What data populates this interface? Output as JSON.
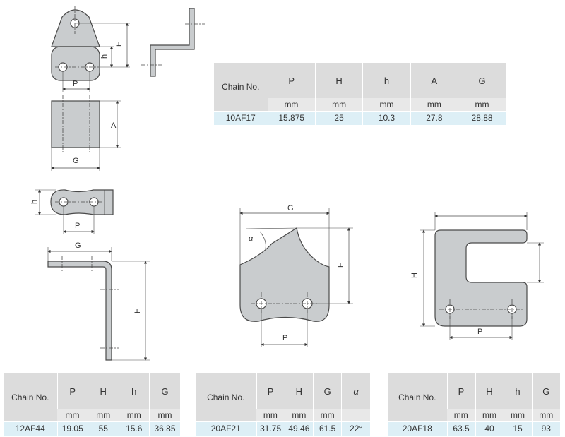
{
  "tables": [
    {
      "header": "Chain No.",
      "params": [
        "P",
        "H",
        "h",
        "A",
        "G"
      ],
      "units": [
        "mm",
        "mm",
        "mm",
        "mm",
        "mm"
      ],
      "row": [
        "10AF17",
        "15.875",
        "25",
        "10.3",
        "27.8",
        "28.88"
      ]
    },
    {
      "header": "Chain No.",
      "params": [
        "P",
        "H",
        "h",
        "G"
      ],
      "units": [
        "mm",
        "mm",
        "mm",
        "mm"
      ],
      "row": [
        "12AF44",
        "19.05",
        "55",
        "15.6",
        "36.85"
      ]
    },
    {
      "header": "Chain No.",
      "params": [
        "P",
        "H",
        "G",
        "α"
      ],
      "units": [
        "mm",
        "mm",
        "mm",
        ""
      ],
      "row": [
        "20AF21",
        "31.75",
        "49.46",
        "61.5",
        "22°"
      ]
    },
    {
      "header": "Chain No.",
      "params": [
        "P",
        "H",
        "h",
        "G"
      ],
      "units": [
        "mm",
        "mm",
        "mm",
        "mm"
      ],
      "row": [
        "20AF18",
        "63.5",
        "40",
        "15",
        "93"
      ]
    }
  ],
  "drawing_labels": {
    "p": "P",
    "h_upper": "H",
    "h_lower": "h",
    "a": "A",
    "g": "G",
    "alpha": "α"
  },
  "colors": {
    "part_fill": "#c9ccce",
    "part_stroke": "#4a4a4a",
    "header_bg": "#dcdcdc",
    "unit_bg": "#e8e8e8",
    "value_bg": "#ddeff6"
  }
}
